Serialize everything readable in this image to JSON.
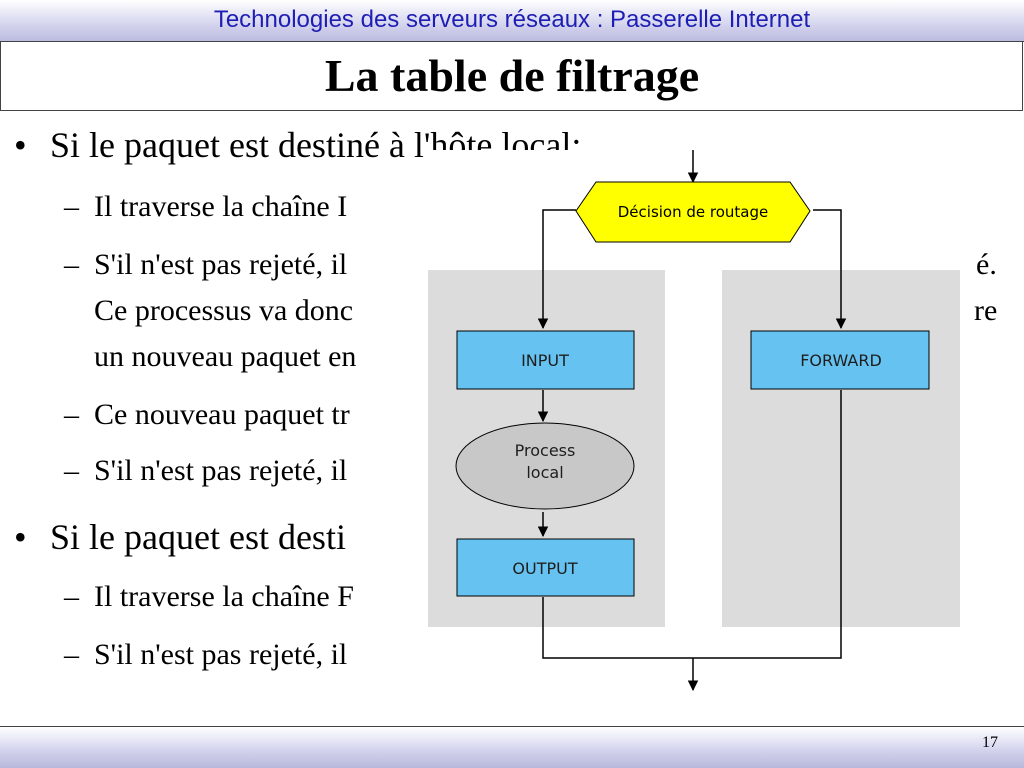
{
  "header": {
    "title": "Technologies des serveurs réseaux : Passerelle Internet"
  },
  "slide": {
    "title": "La table de filtrage",
    "lines": [
      "Si le paquet est destiné à l'hôte local:",
      "Il traverse la chaîne I",
      "S'il n'est pas rejeté, il",
      "é.",
      "Ce processus va donc",
      "re",
      "un nouveau paquet en",
      "Ce nouveau paquet tr",
      "S'il n'est pas rejeté, il",
      "Si le paquet est desti",
      ":",
      "Il traverse la chaîne F",
      "S'il n'est pas rejeté, il"
    ]
  },
  "diagram": {
    "decision_label": "Décision de routage",
    "input_label": "INPUT",
    "process_label_line1": "Process",
    "process_label_line2": "local",
    "output_label": "OUTPUT",
    "forward_label": "FORWARD",
    "colors": {
      "decision_fill": "#ffff00",
      "box_fill": "#66c2f0",
      "process_fill": "#c8c8c8",
      "panel_fill": "#dcdcdc"
    }
  },
  "footer": {
    "page_number": "17"
  }
}
